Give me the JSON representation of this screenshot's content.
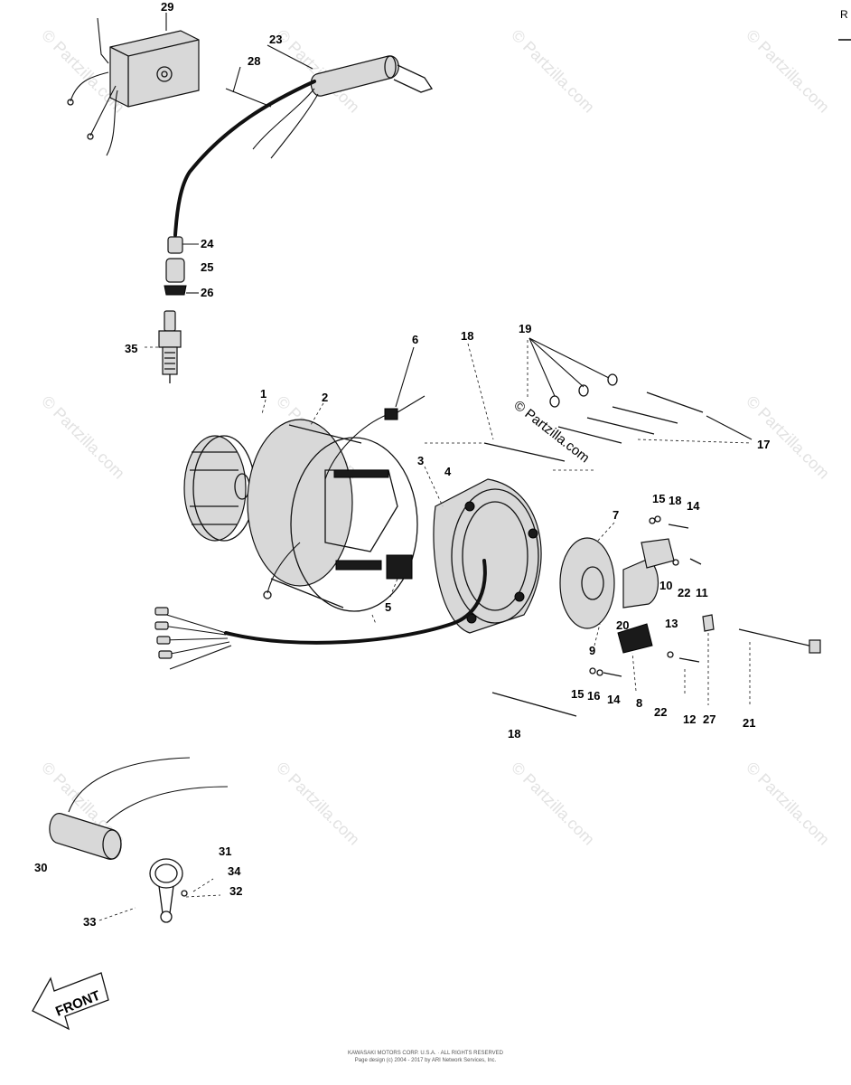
{
  "corner_text": "R",
  "watermark": "© Partzilla.com",
  "front_label": "FRONT",
  "footer": {
    "line1": "KAWASAKI MOTORS CORP. U.S.A. · ALL RIGHTS RESERVED",
    "line2": "Page design (c) 2004 - 2017 by ARI Network Services, Inc."
  },
  "callouts": [
    {
      "id": "c29",
      "text": "29"
    },
    {
      "id": "c23",
      "text": "23"
    },
    {
      "id": "c28",
      "text": "28"
    },
    {
      "id": "c24",
      "text": "24"
    },
    {
      "id": "c25",
      "text": "25"
    },
    {
      "id": "c26",
      "text": "26"
    },
    {
      "id": "c35",
      "text": "35"
    },
    {
      "id": "c6",
      "text": "6"
    },
    {
      "id": "c18a",
      "text": "18"
    },
    {
      "id": "c19",
      "text": "19"
    },
    {
      "id": "c1",
      "text": "1"
    },
    {
      "id": "c2",
      "text": "2"
    },
    {
      "id": "c3",
      "text": "3"
    },
    {
      "id": "c4",
      "text": "4"
    },
    {
      "id": "c17",
      "text": "17"
    },
    {
      "id": "c15a",
      "text": "15"
    },
    {
      "id": "c18b",
      "text": "18"
    },
    {
      "id": "c14a",
      "text": "14"
    },
    {
      "id": "c7",
      "text": "7"
    },
    {
      "id": "c10",
      "text": "10"
    },
    {
      "id": "c22a",
      "text": "22"
    },
    {
      "id": "c11",
      "text": "11"
    },
    {
      "id": "c5",
      "text": "5"
    },
    {
      "id": "c13",
      "text": "13"
    },
    {
      "id": "c20",
      "text": "20"
    },
    {
      "id": "c9",
      "text": "9"
    },
    {
      "id": "c15b",
      "text": "15"
    },
    {
      "id": "c16",
      "text": "16"
    },
    {
      "id": "c14b",
      "text": "14"
    },
    {
      "id": "c8",
      "text": "8"
    },
    {
      "id": "c22b",
      "text": "22"
    },
    {
      "id": "c12",
      "text": "12"
    },
    {
      "id": "c27",
      "text": "27"
    },
    {
      "id": "c21",
      "text": "21"
    },
    {
      "id": "c18c",
      "text": "18"
    },
    {
      "id": "c31",
      "text": "31"
    },
    {
      "id": "c30",
      "text": "30"
    },
    {
      "id": "c34",
      "text": "34"
    },
    {
      "id": "c32",
      "text": "32"
    },
    {
      "id": "c33",
      "text": "33"
    }
  ]
}
